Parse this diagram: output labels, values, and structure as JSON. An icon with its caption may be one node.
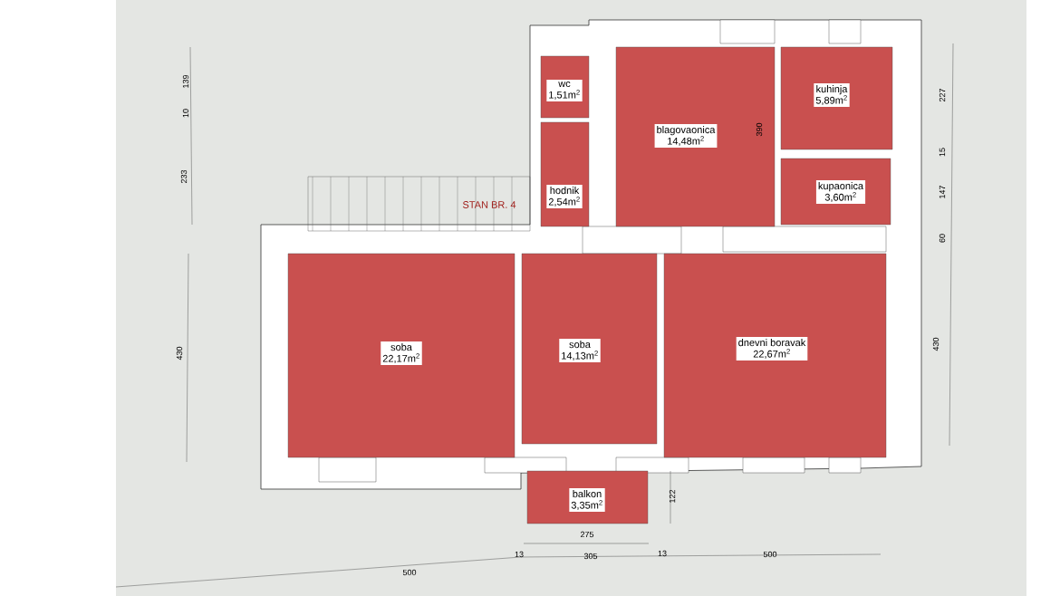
{
  "diagram": {
    "nodes": [
      {
        "text": [
          "wc",
          "1,51m$^{2}$"
        ]
      },
      {
        "text": [
          "blagovaonica",
          "14,48m$^{2}$"
        ]
      },
      {
        "text": [
          "kuhinja",
          "5,89m$^{2}$"
        ]
      },
      {
        "text": [
          "hodnik",
          "2,54m$^{2}$"
        ]
      },
      {
        "text": [
          "kupaonica",
          "3,60m$^{2}$"
        ]
      },
      {
        "text": [
          "soba",
          "22,17m$^{2}$"
        ]
      },
      {
        "text": [
          "soba",
          "14,13m$^{2}$"
        ]
      },
      {
        "text": [
          "dnevni boravak",
          "22,67m$^{2}$"
        ]
      },
      {
        "text": [
          "balkon",
          "3,35m$^{2}$"
        ]
      }
    ],
    "labels": [
      "139",
      "10",
      "233",
      "430",
      "227",
      "15",
      "147",
      "60",
      "430",
      "390",
      "STAN BR. 4",
      "122",
      "275",
      "13",
      "305",
      "13",
      "500",
      "500"
    ]
  }
}
